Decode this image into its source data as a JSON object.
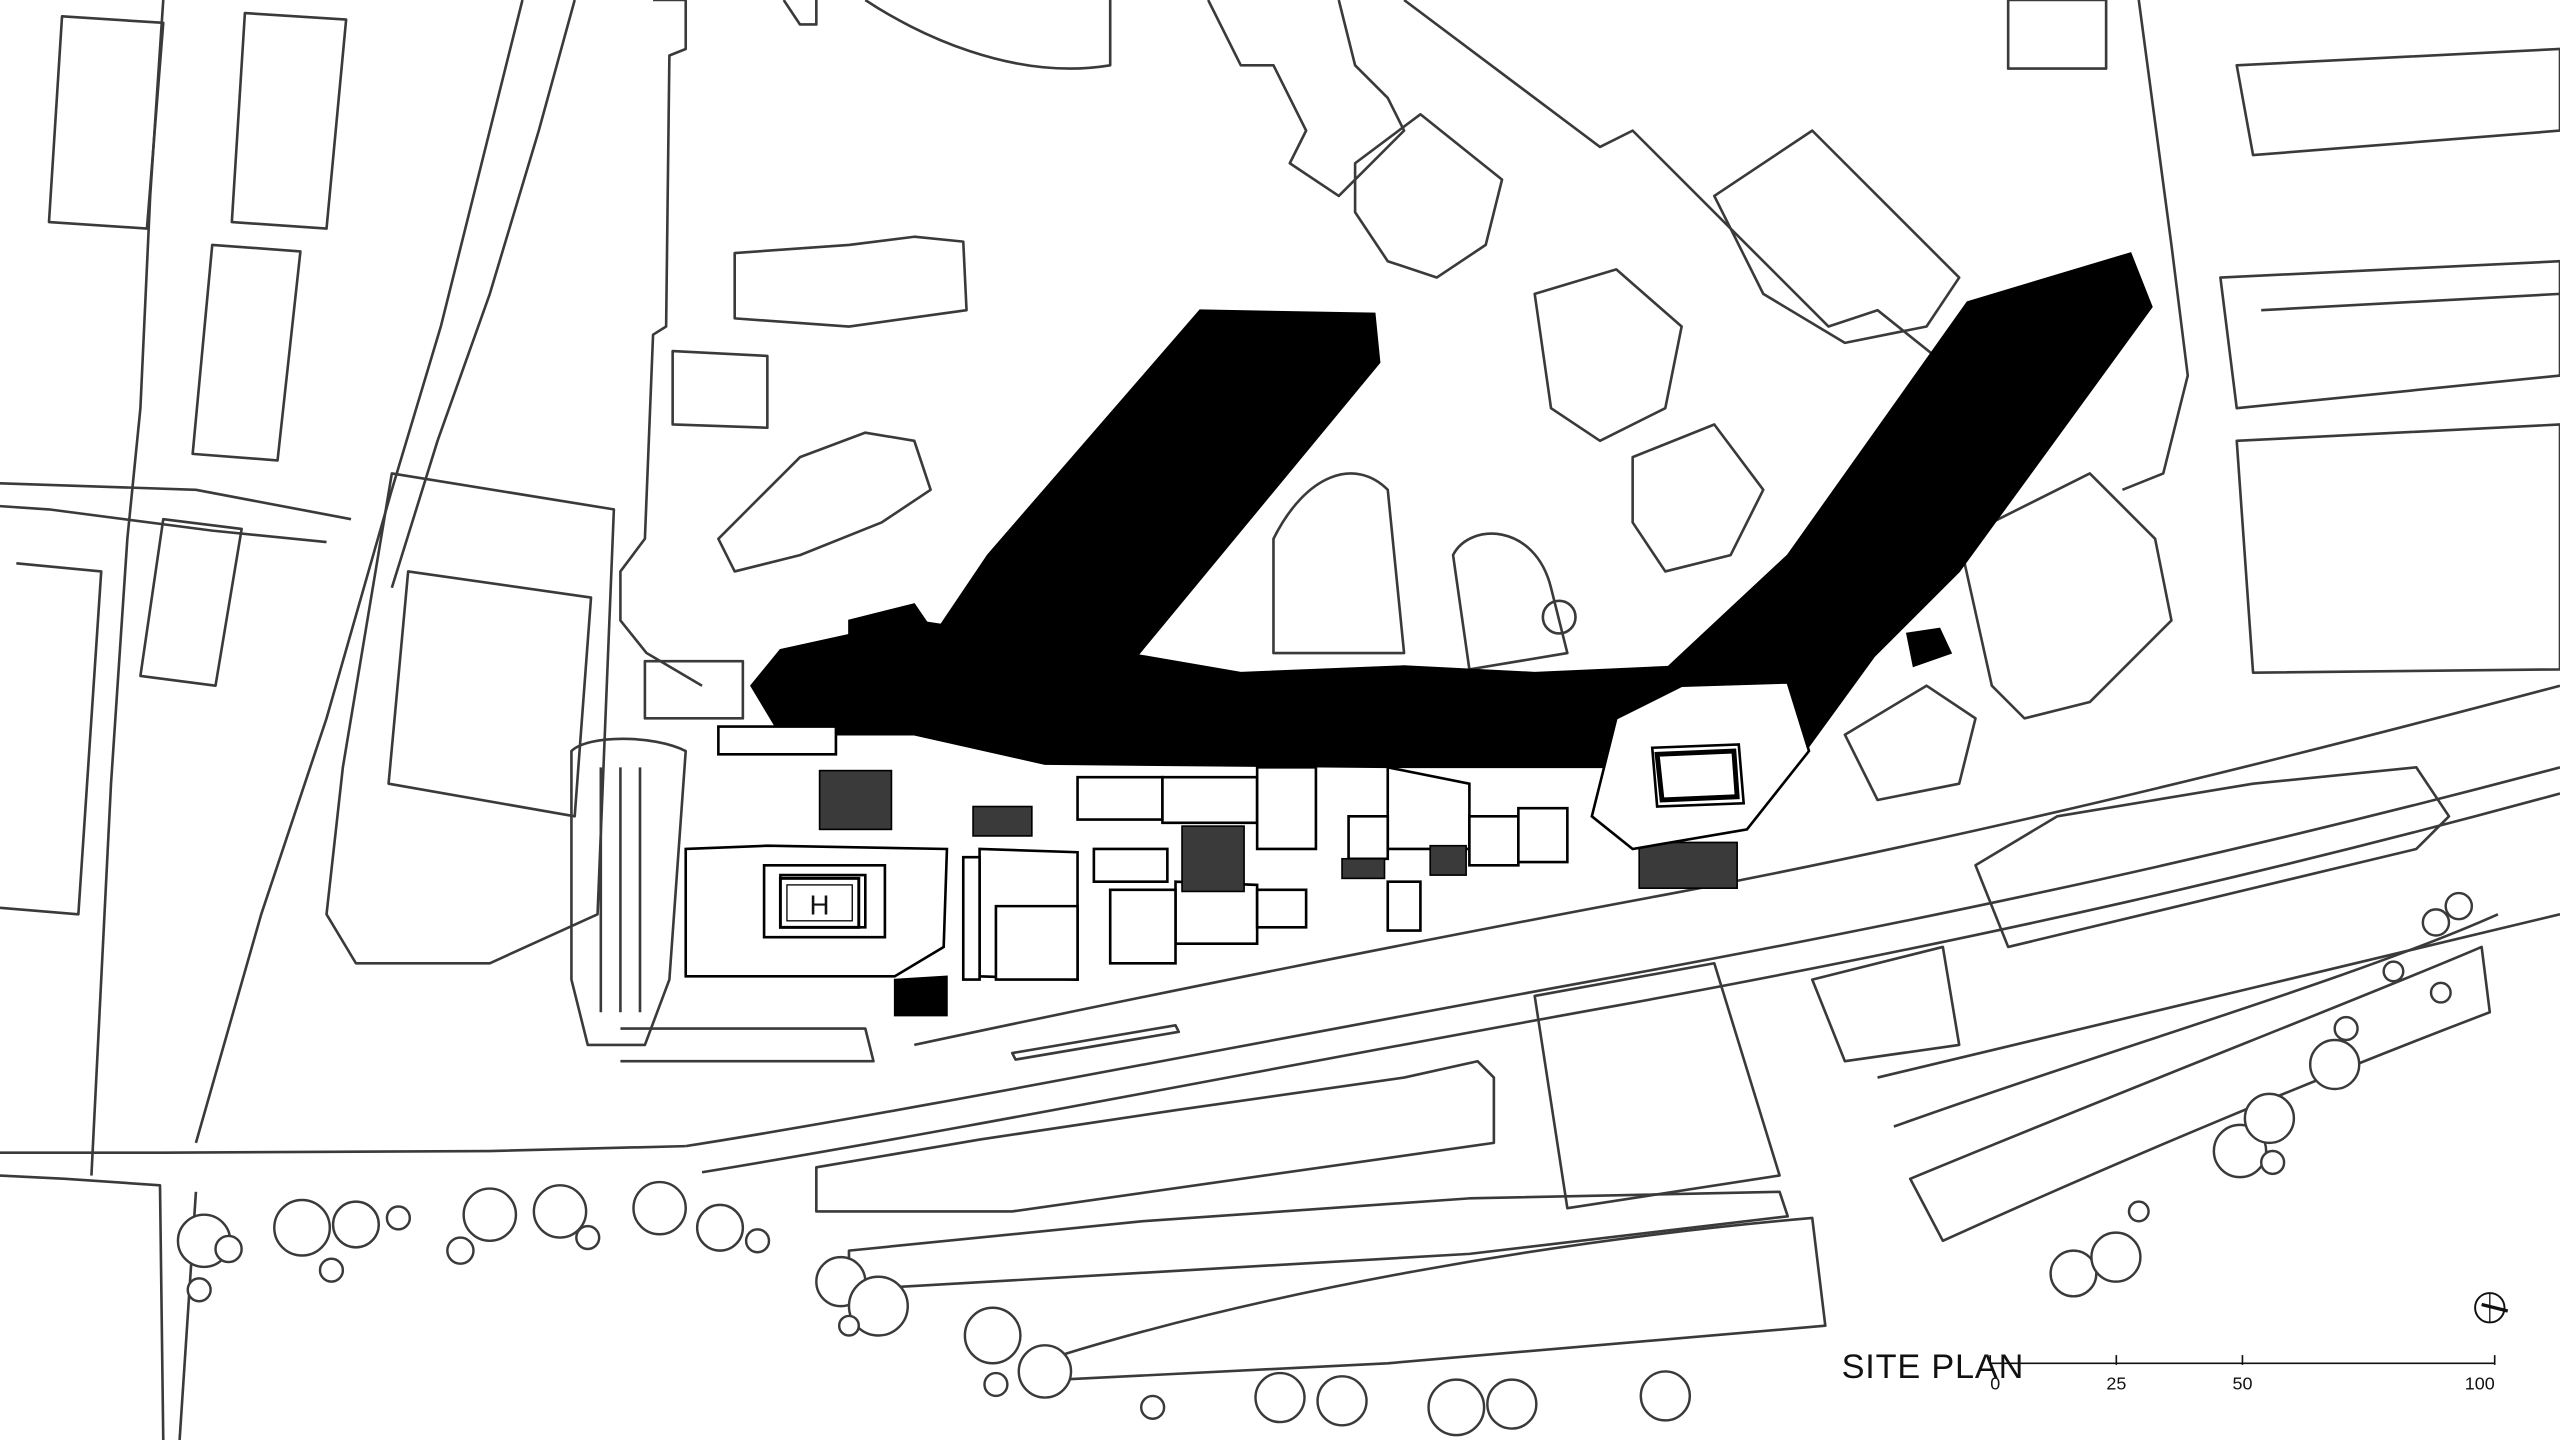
{
  "drawing": {
    "title": "SITE PLAN",
    "helipad_marker": "H"
  },
  "scale_bar": {
    "ticks": [
      {
        "label": "0",
        "value": 0
      },
      {
        "label": "25",
        "value": 25
      },
      {
        "label": "50",
        "value": 50
      },
      {
        "label": "100",
        "value": 100
      }
    ],
    "max": 100
  },
  "icons": {
    "north_arrow": "north-arrow-icon"
  }
}
